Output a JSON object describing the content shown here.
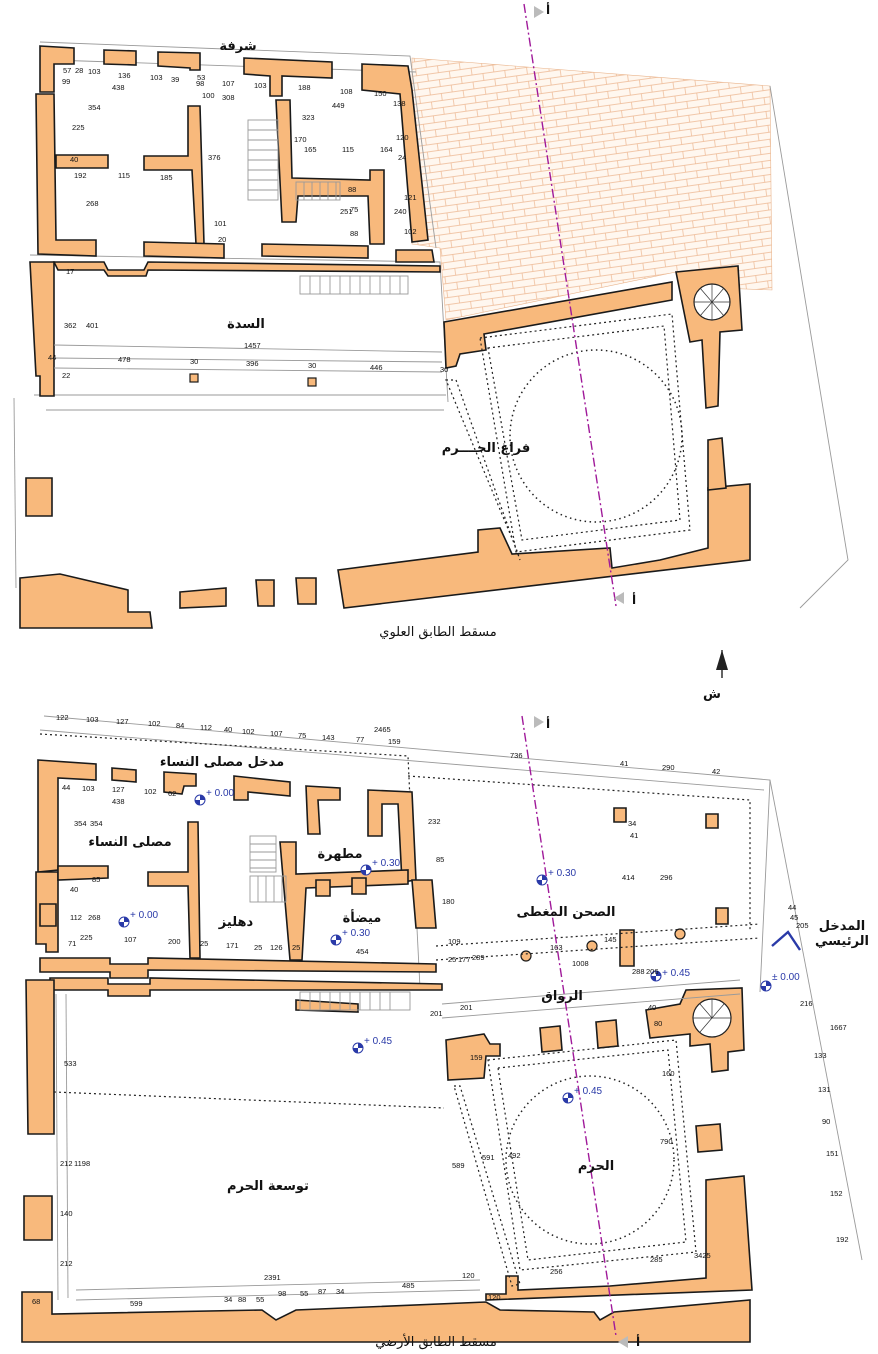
{
  "upper_plan": {
    "caption": "مسقط الطابق العلوي",
    "rooms": {
      "balcony": "شرفة",
      "sedda": "السدة",
      "haram_void": "فراغ الحــــرم"
    },
    "dimensions": {
      "d57": "57",
      "d28": "28",
      "d136": "136",
      "d103a": "103",
      "d103b": "103",
      "d39": "39",
      "d53": "53",
      "d98": "98",
      "d107": "107",
      "d103c": "103",
      "d188": "188",
      "d108": "108",
      "d150": "150",
      "d99": "99",
      "d438": "438",
      "d100": "100",
      "d308": "308",
      "d449": "449",
      "d225": "225",
      "d354": "354",
      "d323": "323",
      "d138": "138",
      "d170": "170",
      "d165": "165",
      "d115a": "115",
      "d164": "164",
      "d120": "120",
      "d24": "24",
      "d40": "40",
      "d192": "192",
      "d115b": "115",
      "d185": "185",
      "d376": "376",
      "d268": "268",
      "d88a": "88",
      "d75": "75",
      "d251": "251",
      "d121": "121",
      "d240": "240",
      "d88b": "88",
      "d102": "102",
      "d101": "101",
      "d20": "20",
      "d17": "17",
      "d362": "362",
      "d401": "401",
      "d1457": "1457",
      "d44": "44",
      "d478": "478",
      "d30a": "30",
      "d396": "396",
      "d30b": "30",
      "d446": "446",
      "d30c": "30",
      "d22": "22"
    }
  },
  "ground_plan": {
    "caption": "مسقط الطابق الأرضي",
    "rooms": {
      "women_entrance": "مدخل مصلى النساء",
      "women_prayer": "مصلى النساء",
      "corridor": "دهليز",
      "purification": "مطهرة",
      "ablution": "ميضأة",
      "covered_court": "الصحن المغطى",
      "portico": "الرواق",
      "haram": "الحرم",
      "haram_extension": "توسعة الحرم",
      "main_entrance": "المدخل\nالرئيسي"
    },
    "levels": {
      "l1": "+ 0.00",
      "l2": "+ 0.00",
      "l3": "+ 0.30",
      "l4": "+ 0.30",
      "l5": "+ 0.30",
      "l6": "+ 0.45",
      "l7": "+ 0.45",
      "l8": "+ 0.45",
      "l9": "± 0.00"
    },
    "dimensions": {
      "t122": "122",
      "t103": "103",
      "t127": "127",
      "t102": "102",
      "t84": "84",
      "t112": "112",
      "t40": "40",
      "t102b": "102",
      "t107": "107",
      "t75": "75",
      "t143": "143",
      "t77": "77",
      "t159": "159",
      "t2465": "2465",
      "t736": "736",
      "t41": "41",
      "t290": "290",
      "t42": "42",
      "g44": "44",
      "g103": "103",
      "g127": "127",
      "g102": "102",
      "g62": "62",
      "g438": "438",
      "g354a": "354",
      "g354b": "354",
      "g40": "40",
      "g85": "85",
      "g112": "112",
      "g268": "268",
      "g71": "71",
      "g225": "225",
      "g107": "107",
      "g200": "200",
      "g25a": "25",
      "g171": "171",
      "g25b": "25",
      "g126": "126",
      "g25c": "25",
      "g454": "454",
      "g232": "232",
      "g85b": "85",
      "g180": "180",
      "g109": "109",
      "g25": "25",
      "g177": "177",
      "g289": "289",
      "g163": "163",
      "g145": "145",
      "g1008": "1008",
      "g34": "34",
      "g41": "41",
      "g414": "414",
      "g296": "296",
      "g44b": "44",
      "g45": "45",
      "g205": "205",
      "g206": "206",
      "g288": "288",
      "g40b": "40",
      "g216": "216",
      "g1667": "1667",
      "g201a": "201",
      "g201b": "201",
      "g159": "159",
      "g589": "589",
      "g591": "591",
      "g492": "492",
      "g80": "80",
      "g160": "160",
      "g790": "790",
      "g133": "133",
      "g131": "131",
      "g90": "90",
      "g151": "151",
      "g152": "152",
      "g192": "192",
      "g533": "533",
      "g1198": "1198",
      "g212a": "212",
      "g212b": "212",
      "g140": "140",
      "g2391": "2391",
      "g485": "485",
      "g120a": "120",
      "g120b": "120",
      "g599": "599",
      "g34b": "34",
      "g88": "88",
      "g55": "55",
      "g98": "98",
      "g55b": "55",
      "g87": "87",
      "g34c": "34",
      "g256": "256",
      "g285": "285",
      "g68": "68",
      "g34425": "3425"
    }
  },
  "north_label": "ش",
  "section_label": "أ",
  "colors": {
    "wall": "#f8b97c",
    "section_axis": "#a01a9a",
    "level": "#2a3aa8"
  }
}
